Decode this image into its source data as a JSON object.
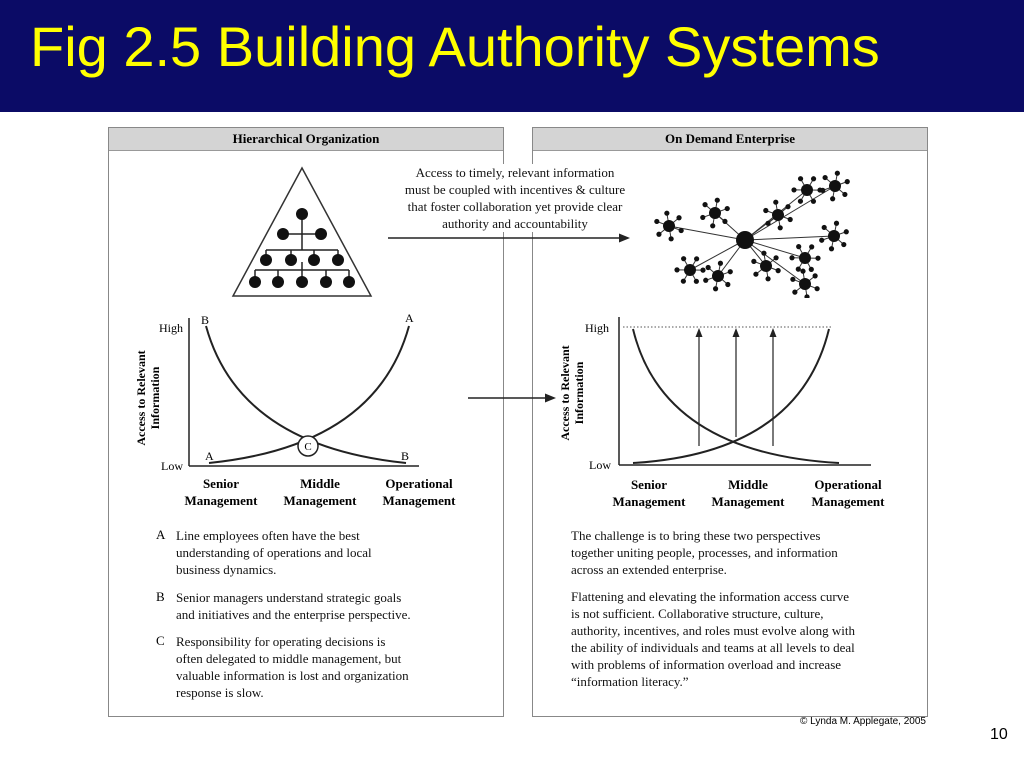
{
  "slide": {
    "title": "Fig 2.5 Building Authority Systems",
    "page_number": "10",
    "copyright": "© Lynda M. Applegate, 2005"
  },
  "left_panel": {
    "header": "Hierarchical Organization",
    "chart": {
      "y_axis_label_line1": "Access to Relevant",
      "y_axis_label_line2": "Information",
      "y_high": "High",
      "y_low": "Low",
      "curve_labels": {
        "b_top": "B",
        "a_top": "A",
        "a_bottom": "A",
        "b_bottom": "B",
        "c_center": "C"
      },
      "categories": [
        {
          "line1": "Senior",
          "line2": "Management"
        },
        {
          "line1": "Middle",
          "line2": "Management"
        },
        {
          "line1": "Operational",
          "line2": "Management"
        }
      ]
    },
    "notes": [
      {
        "letter": "A",
        "lines": [
          "Line employees often have the best",
          "understanding of operations and local",
          "business dynamics."
        ]
      },
      {
        "letter": "B",
        "lines": [
          "Senior managers understand strategic goals",
          "and initiatives and the enterprise perspective."
        ]
      },
      {
        "letter": "C",
        "lines": [
          "Responsibility for operating decisions is",
          "often delegated to middle management, but",
          "valuable information is lost and organization",
          "response is slow."
        ]
      }
    ]
  },
  "right_panel": {
    "header": "On Demand Enterprise",
    "chart": {
      "y_axis_label_line1": "Access to Relevant",
      "y_axis_label_line2": "Information",
      "y_high": "High",
      "y_low": "Low",
      "categories": [
        {
          "line1": "Senior",
          "line2": "Management"
        },
        {
          "line1": "Middle",
          "line2": "Management"
        },
        {
          "line1": "Operational",
          "line2": "Management"
        }
      ]
    },
    "paragraphs": [
      [
        "The challenge is to bring these two perspectives",
        "together uniting people, processes, and information",
        "across an extended enterprise."
      ],
      [
        "Flattening and elevating the information access curve",
        "is not sufficient. Collaborative structure, culture,",
        "authority, incentives, and roles must evolve along with",
        "the ability of individuals and teams at all levels to deal",
        "with problems of information overload and increase",
        "“information literacy.”"
      ]
    ]
  },
  "transition_text": {
    "lines": [
      "Access to timely, relevant information",
      "must be coupled with incentives & culture",
      "that foster collaboration yet provide clear",
      "authority and accountability"
    ]
  }
}
